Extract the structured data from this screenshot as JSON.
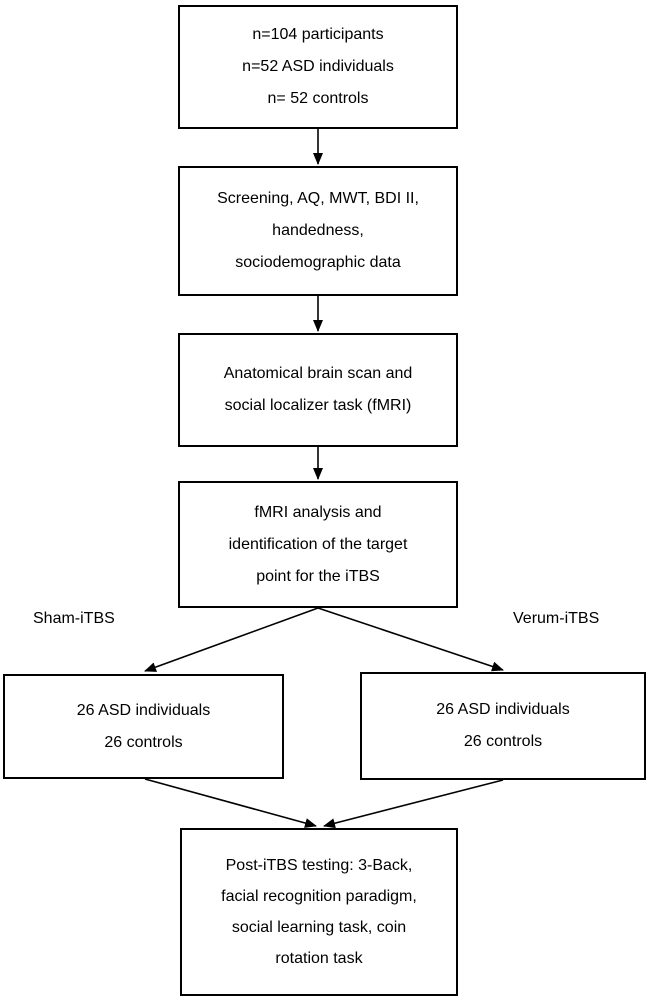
{
  "boxes": {
    "participants": {
      "lines": [
        "n=104 participants",
        "n=52 ASD individuals",
        "n= 52 controls"
      ]
    },
    "screening": {
      "lines": [
        "Screening, AQ, MWT, BDI II,",
        "handedness,",
        "sociodemographic data"
      ]
    },
    "scan": {
      "lines": [
        "Anatomical brain scan and",
        "social localizer task (fMRI)"
      ]
    },
    "analysis": {
      "lines": [
        "fMRI analysis and",
        "identification of the target",
        "point for the iTBS"
      ]
    },
    "sham_group": {
      "lines": [
        "26 ASD individuals",
        "26 controls"
      ]
    },
    "verum_group": {
      "lines": [
        "26 ASD individuals",
        "26 controls"
      ]
    },
    "post_testing": {
      "lines": [
        "Post-iTBS testing: 3-Back,",
        "facial recognition paradigm,",
        "social learning task, coin",
        "rotation task"
      ]
    }
  },
  "branch_labels": {
    "sham": "Sham-iTBS",
    "verum": "Verum-iTBS"
  },
  "colors": {
    "stroke": "#000000",
    "background": "#ffffff"
  }
}
